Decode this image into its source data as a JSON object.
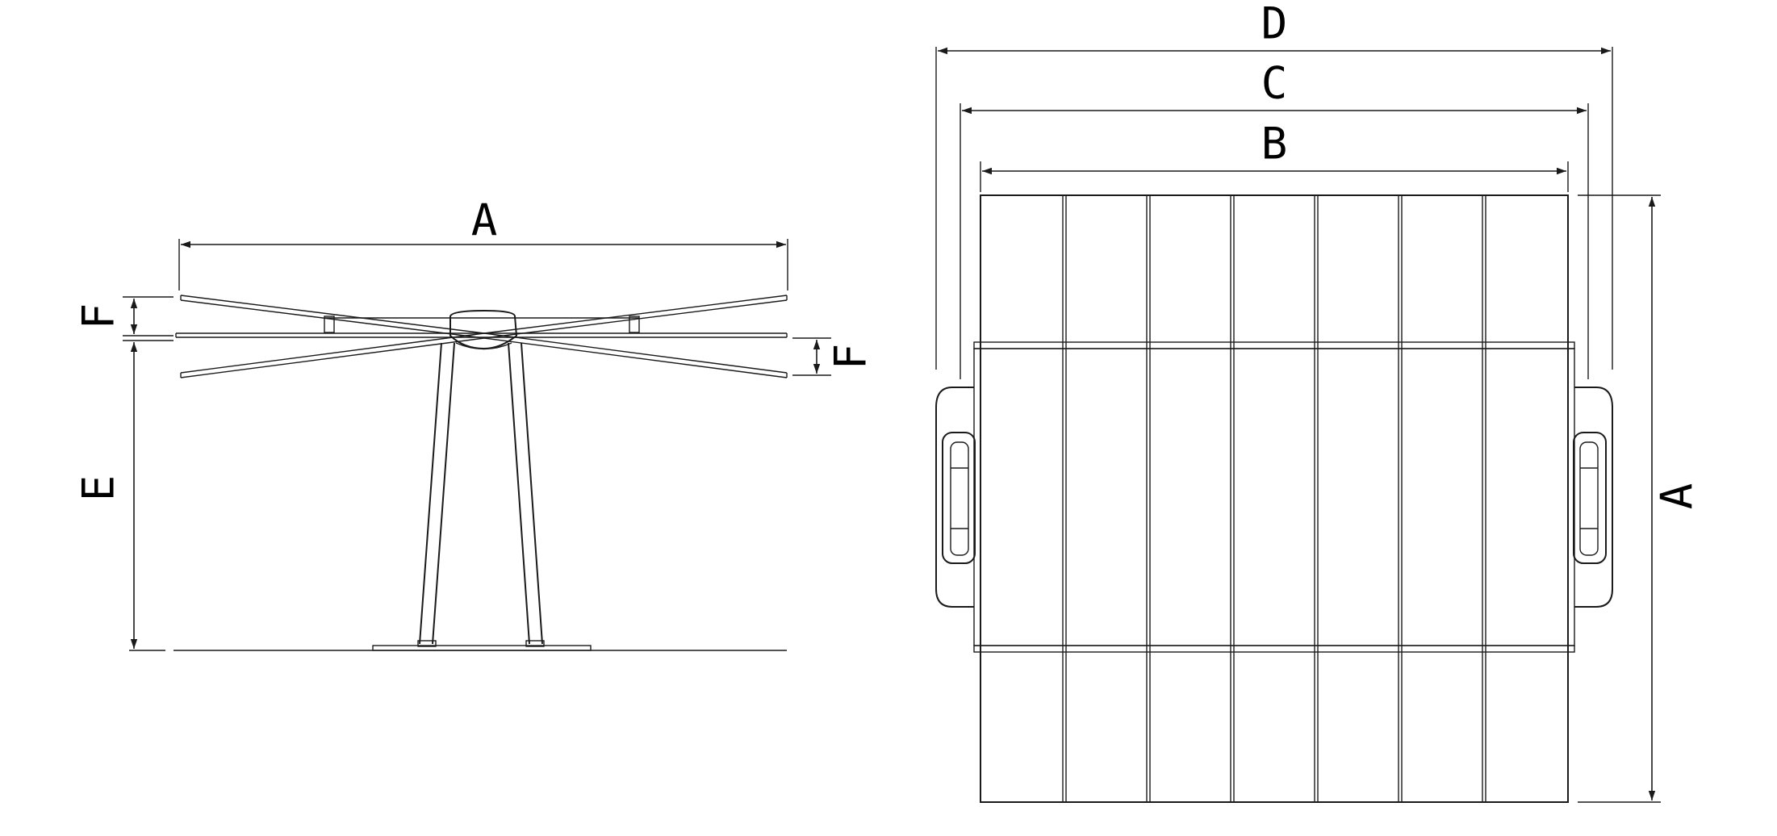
{
  "side_view": {
    "label_width": "A",
    "label_height": "E",
    "label_tilt_up": "F",
    "label_tilt_down": "F"
  },
  "top_view": {
    "label_outer": "D",
    "label_middle": "C",
    "label_inner": "B",
    "label_depth": "A",
    "panel_columns": 7
  },
  "colors": {
    "stroke": "#1a1a1a",
    "background": "#ffffff"
  }
}
